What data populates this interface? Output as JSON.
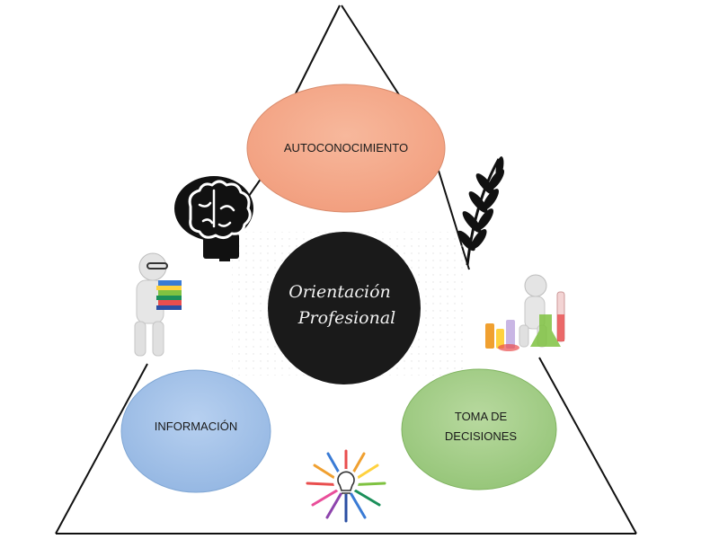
{
  "diagram": {
    "center": {
      "line1": "Orientación",
      "line2": "Profesional",
      "fill": "#1a1a1a"
    },
    "nodes": {
      "top": {
        "label": "AUTOCONOCIMIENTO",
        "fill": "#f4a98a",
        "stroke": "#d98b6c"
      },
      "left": {
        "label": "INFORMACIÓN",
        "fill": "#a9c6ea",
        "stroke": "#7fa6d4"
      },
      "right": {
        "line1": "TOMA DE",
        "line2": "DECISIONES",
        "fill": "#a8d08d",
        "stroke": "#7fb35f"
      }
    },
    "icons": [
      "brain-icon",
      "wheat-icon",
      "books-figure-icon",
      "lab-figure-icon",
      "lightbulb-icon"
    ]
  }
}
